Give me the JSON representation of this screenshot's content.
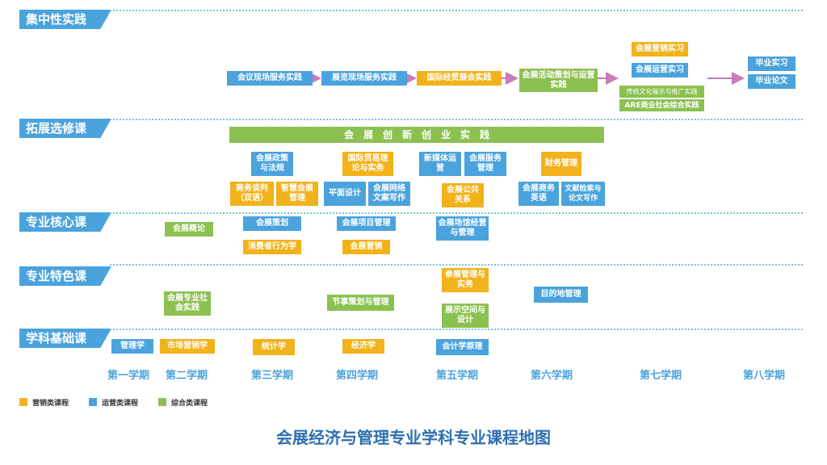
{
  "rows": {
    "concentrated": "集中性实践",
    "elective": "拓展选修课",
    "core": "专业核心课",
    "feature": "专业特色课",
    "basic": "学科基础课"
  },
  "practice": {
    "p1": "会议现场服务实践",
    "p2": "展览现场服务实践",
    "p3": "国际经贸展会实践",
    "p4": "会展活动策划与运营实践",
    "p5a": "会展营销实习",
    "p5b": "会展运营实习",
    "p5c": "传统文化展示与推广实践",
    "p5d": "ARE商业社会综合实践",
    "p6a": "毕业实习",
    "p6b": "毕业论文"
  },
  "elective": {
    "bar": "会　展　创　新　创　业　实　践",
    "e1": "会展政策与法规",
    "e2": "商务谈判（双语）",
    "e3": "智慧会展管理",
    "e4": "国际贸易理论与实务",
    "e5": "平面设计",
    "e6": "会展网络文案写作",
    "e7": "新媒体运营",
    "e8": "会展服务管理",
    "e9": "会展公共关系",
    "e10": "财务管理",
    "e11": "会展商务英语",
    "e12": "文献检索与论文写作"
  },
  "core": {
    "c1": "会展概论",
    "c2": "会展策划",
    "c3": "消费者行为学",
    "c4": "会展项目管理",
    "c5": "会展营销",
    "c6": "会展场馆经营与管理"
  },
  "feature": {
    "f1": "会展专业社会实践",
    "f2": "节事策划与管理",
    "f3": "参展管理与实务",
    "f4": "展示空间与设计",
    "f5": "目的地管理"
  },
  "basic": {
    "b1": "管理学",
    "b2": "市场营销学",
    "b3": "统计学",
    "b4": "经济学",
    "b5": "会计学原理"
  },
  "terms": [
    "第一学期",
    "第二学期",
    "第三学期",
    "第四学期",
    "第五学期",
    "第六学期",
    "第七学期",
    "第八学期"
  ],
  "legend": {
    "orange": "营销类课程",
    "blue": "运营类课程",
    "green": "综合类课程"
  },
  "colors": {
    "blue": "#4aa3dc",
    "orange": "#f2b21c",
    "green": "#8cc152",
    "arrow": "#c77bb8"
  },
  "title": "会展经济与管理专业学科专业课程地图"
}
